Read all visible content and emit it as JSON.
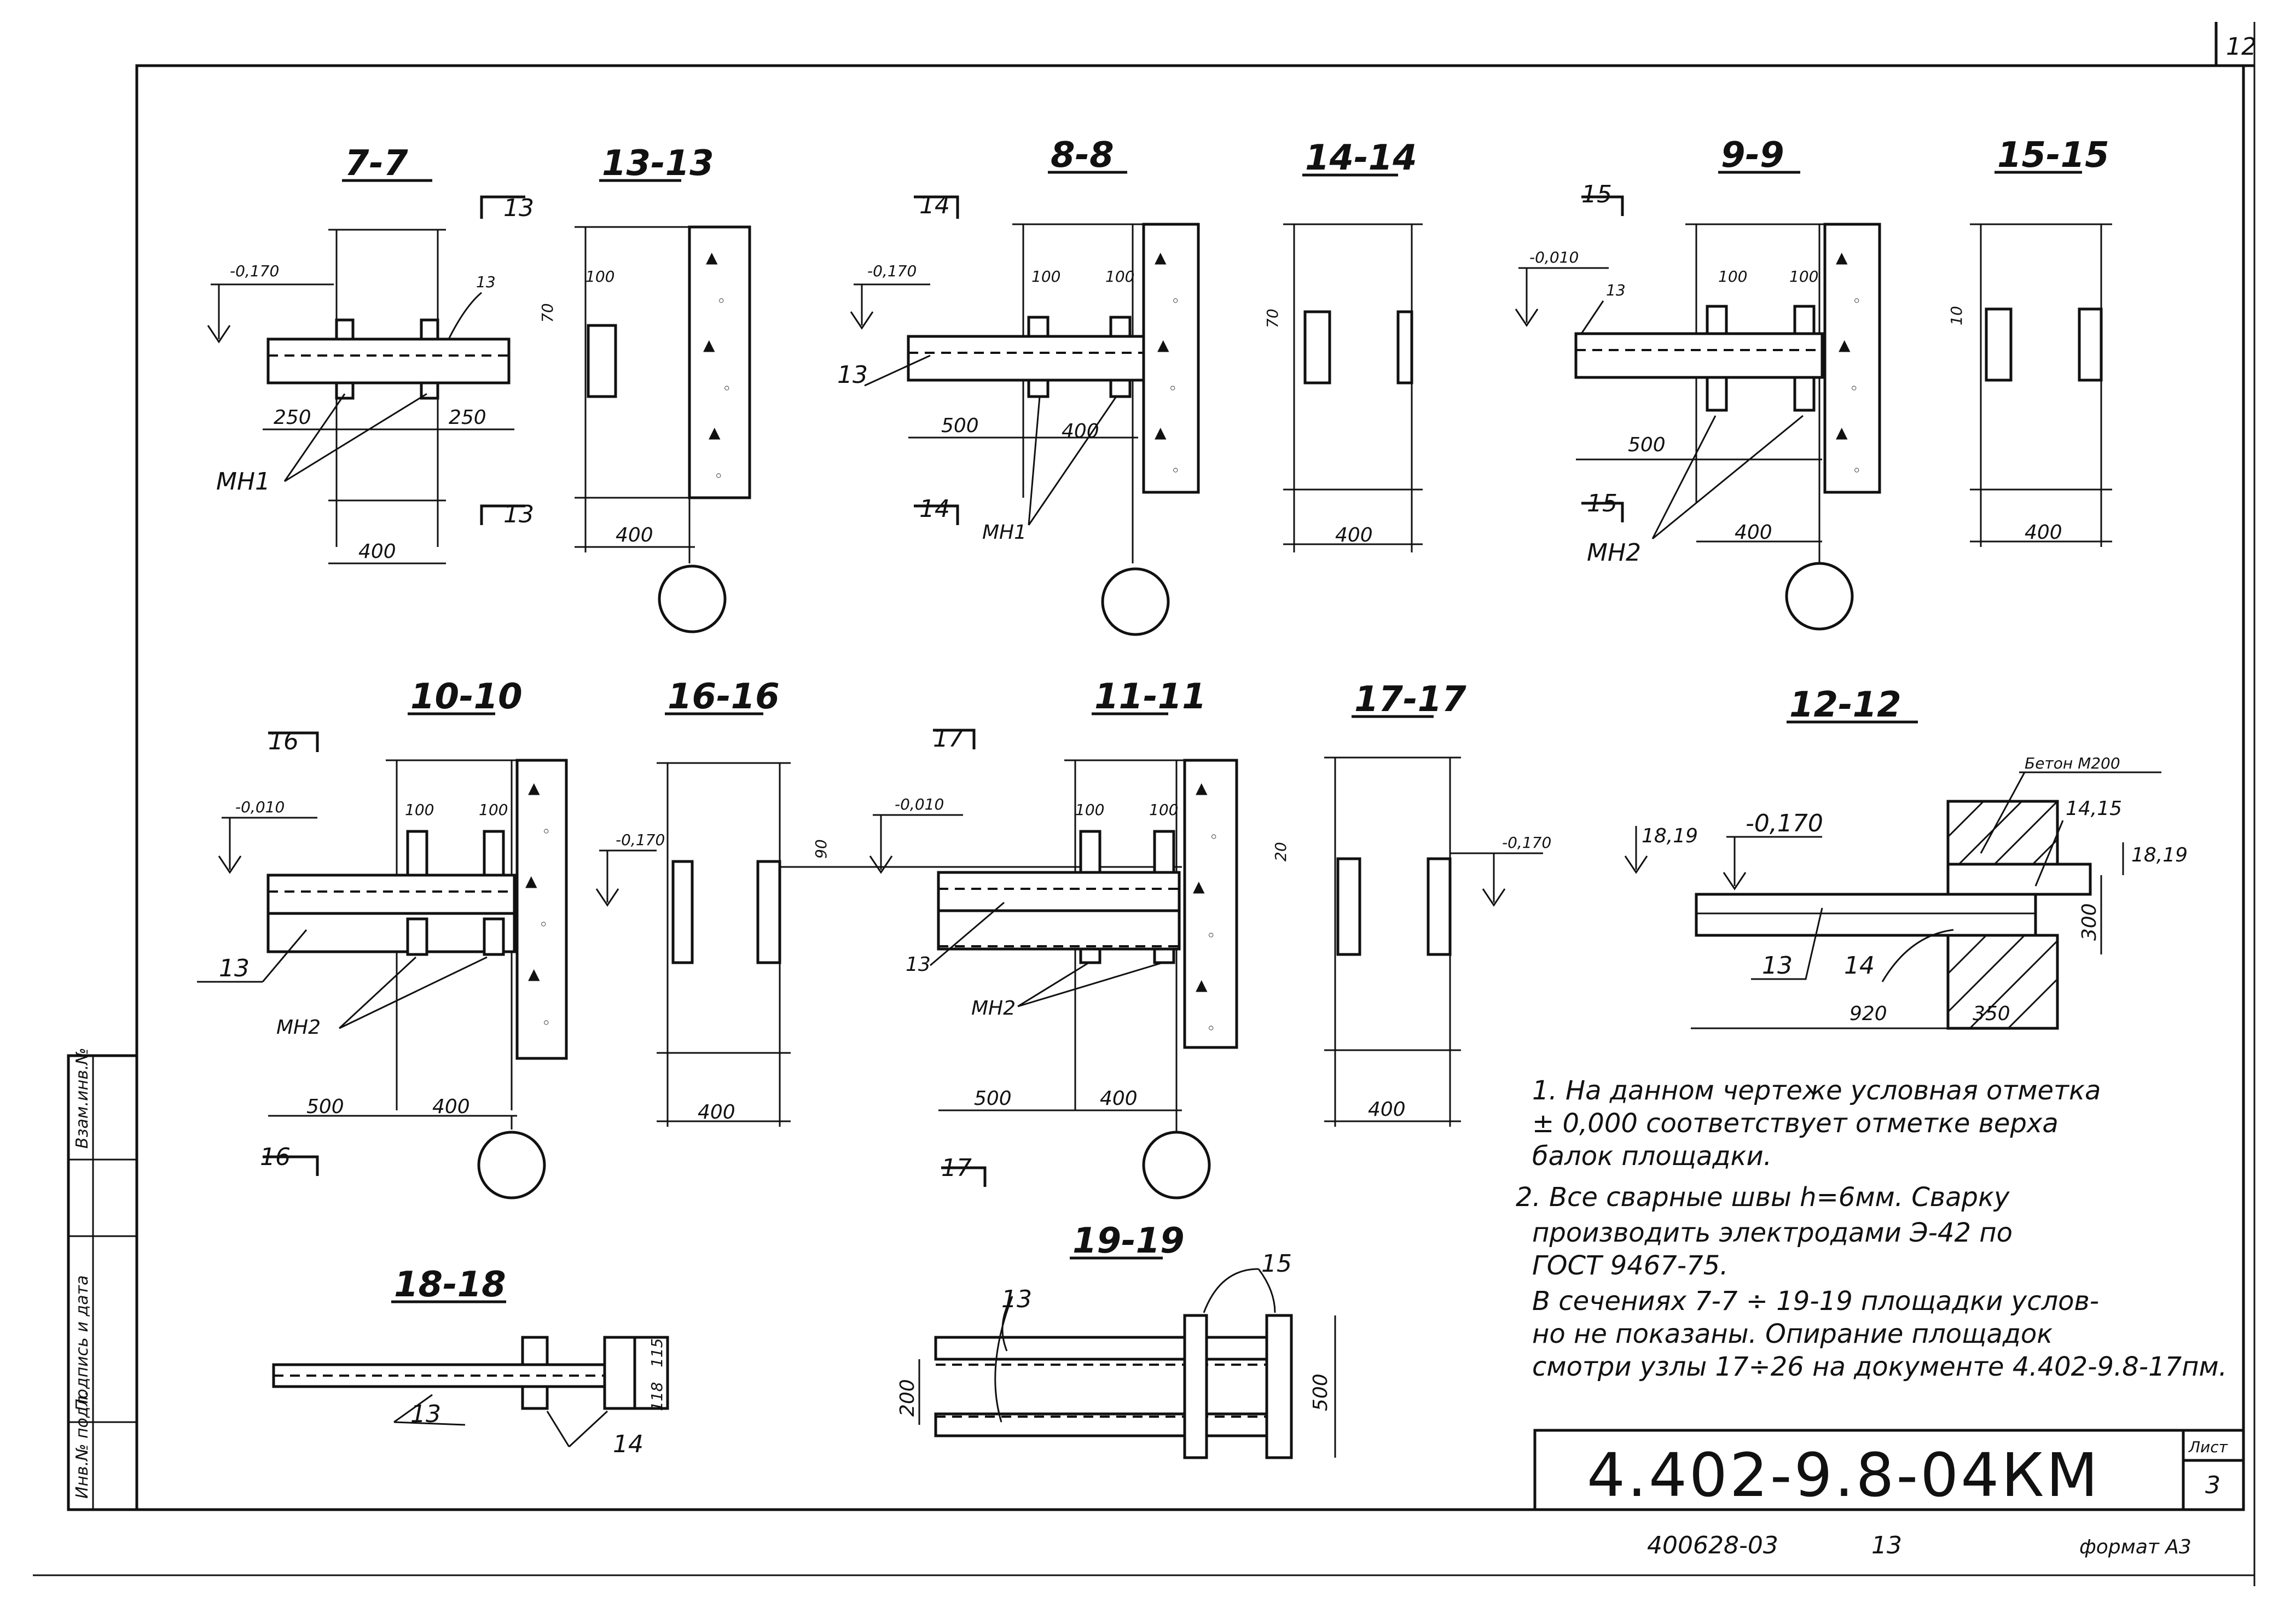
{
  "sheet": {
    "corner_number": "12",
    "code": "4.402-9.8-04КМ",
    "sheet_label": "Лист",
    "sheet_number": "3",
    "inventory": "400628-03",
    "page": "13",
    "format": "формат А3"
  },
  "side_stamp": [
    "Инв.№ подл.",
    "Подпись и дата",
    "Взам.инв.№"
  ],
  "sections": {
    "s7": {
      "title": "7-7",
      "elev": "-0,170",
      "pos": "13",
      "cut": "13",
      "d1": "250",
      "d2": "250",
      "width": "400",
      "part": "МН1"
    },
    "s13": {
      "title": "13-13",
      "d100": "100",
      "d70": "70",
      "width": "400"
    },
    "s8": {
      "title": "8-8",
      "elev": "-0,170",
      "pos": "13",
      "cut": "14",
      "d100a": "100",
      "d100b": "100",
      "d1": "500",
      "d2": "400",
      "part": "МН1"
    },
    "s14": {
      "title": "14-14",
      "d70": "70",
      "width": "400"
    },
    "s9": {
      "title": "9-9",
      "elev": "-0,010",
      "pos": "13",
      "cut": "15",
      "d100a": "100",
      "d100b": "100",
      "d1": "500",
      "d2": "400",
      "part": "МН2"
    },
    "s15": {
      "title": "15-15",
      "d10": "10",
      "width": "400"
    },
    "s10": {
      "title": "10-10",
      "elev": "-0,010",
      "pos": "13",
      "cut": "16",
      "d100a": "100",
      "d100b": "100",
      "d1": "500",
      "d2": "400",
      "part": "МН2"
    },
    "s16": {
      "title": "16-16",
      "elev": "-0,170",
      "d90": "90",
      "width": "400"
    },
    "s11": {
      "title": "11-11",
      "elev": "-0,010",
      "pos": "13",
      "cut": "17",
      "d100a": "100",
      "d100b": "100",
      "d1": "500",
      "d2": "400",
      "part": "МН2"
    },
    "s17": {
      "title": "17-17",
      "elev": "-0,170",
      "d20": "20",
      "width": "400"
    },
    "s12": {
      "title": "12-12",
      "concrete": "Бетон М200",
      "elev": "-0,170",
      "mark_a": "18,19",
      "mark_b": "14,15",
      "mark_c": "18,19",
      "d300": "300",
      "pos_a": "13",
      "pos_b": "14",
      "d920": "920",
      "d350": "350"
    },
    "s18": {
      "title": "18-18",
      "pos_a": "13",
      "pos_b": "14",
      "d1": "115",
      "d2": "118"
    },
    "s19": {
      "title": "19-19",
      "pos_a": "13",
      "pos_b": "15",
      "d200": "200",
      "d500": "500"
    }
  },
  "notes": [
    "1. На данном чертеже условная отметка",
    "± 0,000 соответствует отметке верха",
    "балок площадки.",
    "2. Все сварные швы h=6мм. Сварку",
    "производить электродами Э-42 по",
    "ГОСТ 9467-75.",
    "В сечениях 7-7 ÷ 19-19 площадки услов-",
    "но не показаны. Опирание площадок",
    "смотри узлы 17÷26 на документе 4.402-9.8-17пм."
  ]
}
